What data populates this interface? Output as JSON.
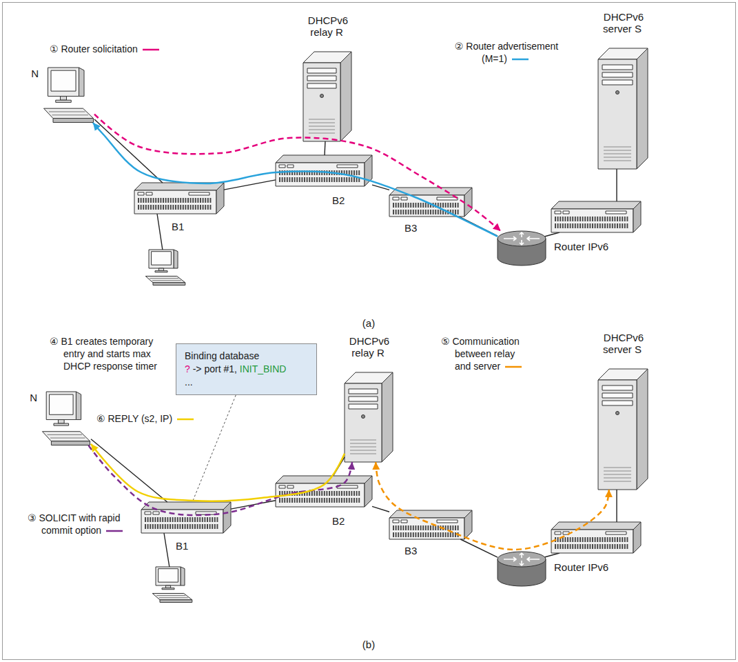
{
  "diagram": {
    "nodes": [
      {
        "text": [
          "DHCPv6 relay R"
        ]
      },
      {
        "text": [
          "DHCPv6 server S"
        ]
      },
      {
        "text": [
          "N"
        ]
      },
      {
        "text": [
          "B1"
        ]
      },
      {
        "text": [
          "B2"
        ]
      },
      {
        "text": [
          "B3"
        ]
      },
      {
        "text": [
          "Router IPv6"
        ]
      },
      {
        "text": [
          "DHCPv6 relay R"
        ]
      },
      {
        "text": [
          "DHCPv6 server S"
        ]
      },
      {
        "text": [
          "Binding database",
          "? -> port #1, INIT_BIND",
          "..."
        ]
      },
      {
        "text": [
          "N"
        ]
      },
      {
        "text": [
          "B1"
        ]
      },
      {
        "text": [
          "B2"
        ]
      },
      {
        "text": [
          "B3"
        ]
      },
      {
        "text": [
          "Router IPv6"
        ]
      }
    ],
    "edges": [
      {
        "from": 2,
        "to": 3,
        "arrow": "none"
      },
      {
        "from": 3,
        "to": 4,
        "arrow": "none"
      },
      {
        "from": 4,
        "to": 0,
        "arrow": "none"
      },
      {
        "from": 4,
        "to": 5,
        "arrow": "none"
      },
      {
        "from": 5,
        "to": 6,
        "arrow": "none"
      },
      {
        "from": 2,
        "to": 6,
        "arrow": "to"
      },
      {
        "from": 6,
        "to": 2,
        "arrow": "to"
      },
      {
        "from": 10,
        "to": 11,
        "arrow": "none"
      },
      {
        "from": 11,
        "to": 12,
        "arrow": "none"
      },
      {
        "from": 12,
        "to": 7,
        "arrow": "none"
      },
      {
        "from": 12,
        "to": 13,
        "arrow": "none"
      },
      {
        "from": 13,
        "to": 14,
        "arrow": "none"
      },
      {
        "from": 9,
        "to": 11,
        "arrow": "none"
      },
      {
        "from": 10,
        "to": 7,
        "arrow": "to"
      },
      {
        "from": 7,
        "to": 10,
        "arrow": "to"
      },
      {
        "from": 7,
        "to": 8,
        "arrow": "both"
      }
    ],
    "labels": [
      "① Router solicitation",
      "② Router advertisement (M=1)",
      "(a)",
      "④ B1 creates temporary entry and starts max DHCP response timer",
      "⑥ REPLY (s2, IP)",
      "⑤ Communication between relay and server",
      "③ SOLICIT with rapid commit option",
      "(b)"
    ]
  }
}
